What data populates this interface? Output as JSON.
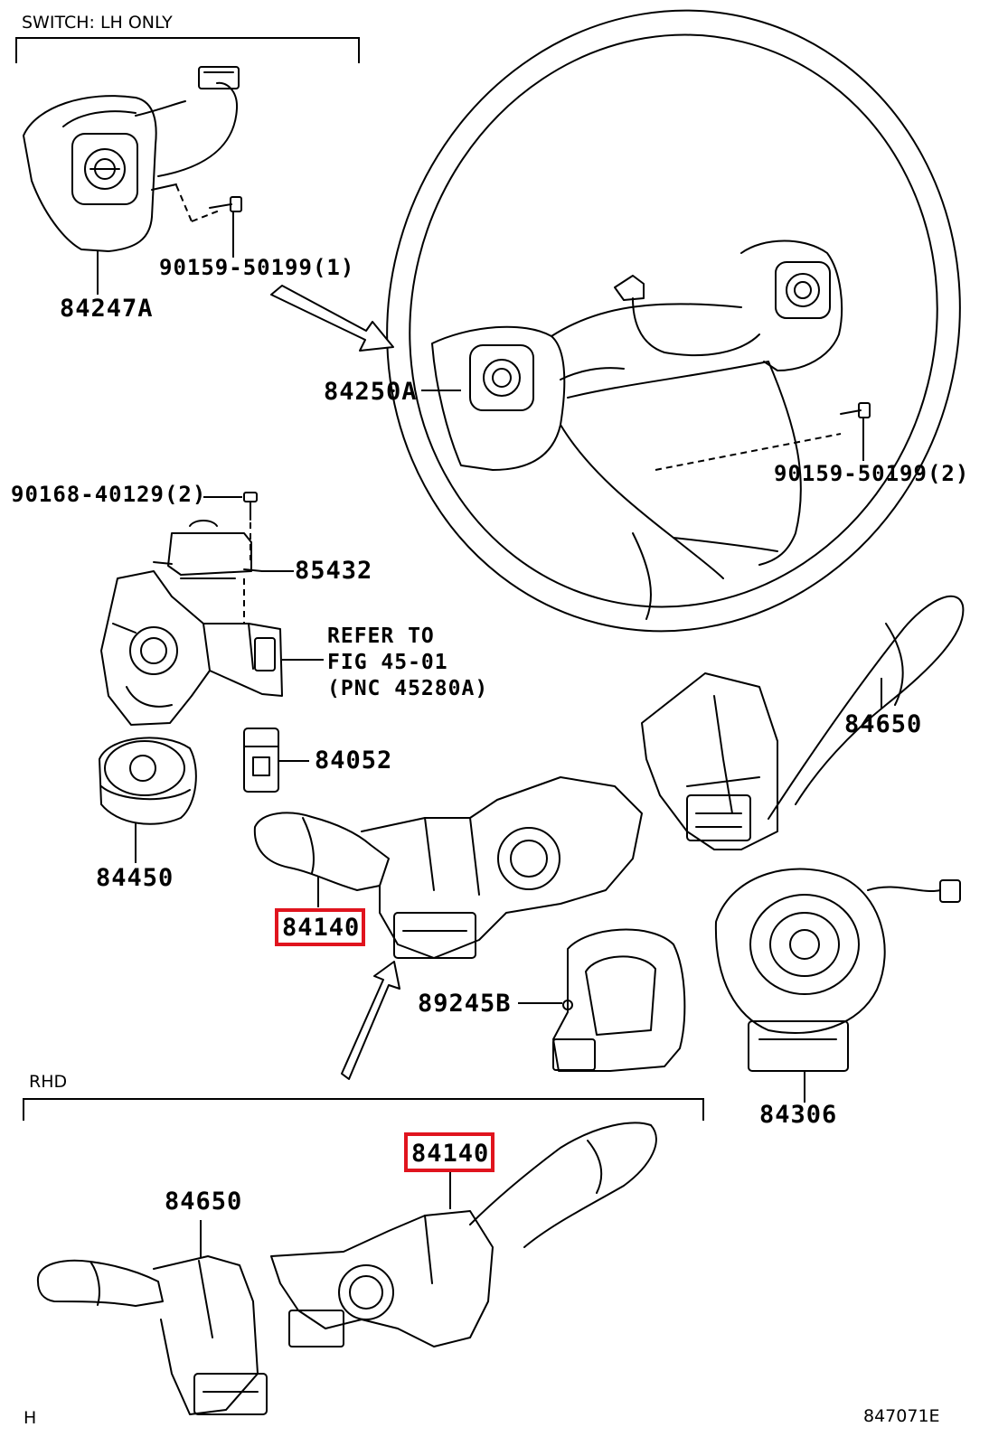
{
  "notes": {
    "switch_lh_only": "SWITCH: LH ONLY",
    "rhd": "RHD",
    "corner_code": "H",
    "diagram_id": "847071E"
  },
  "parts": {
    "p84247a": "84247A",
    "screw_90159_1": "90159-50199(1)",
    "p84250a": "84250A",
    "screw_90159_2": "90159-50199(2)",
    "screw_90168": "90168-40129(2)",
    "p85432": "85432",
    "refer": "REFER TO\nFIG 45-01\n(PNC 45280A)",
    "p84052": "84052",
    "p84650_upper": "84650",
    "p84450": "84450",
    "p84140_upper": "84140",
    "p89245b": "89245B",
    "p84306": "84306",
    "p84140_lower": "84140",
    "p84650_lower": "84650"
  },
  "highlight_color": "#e0141e"
}
